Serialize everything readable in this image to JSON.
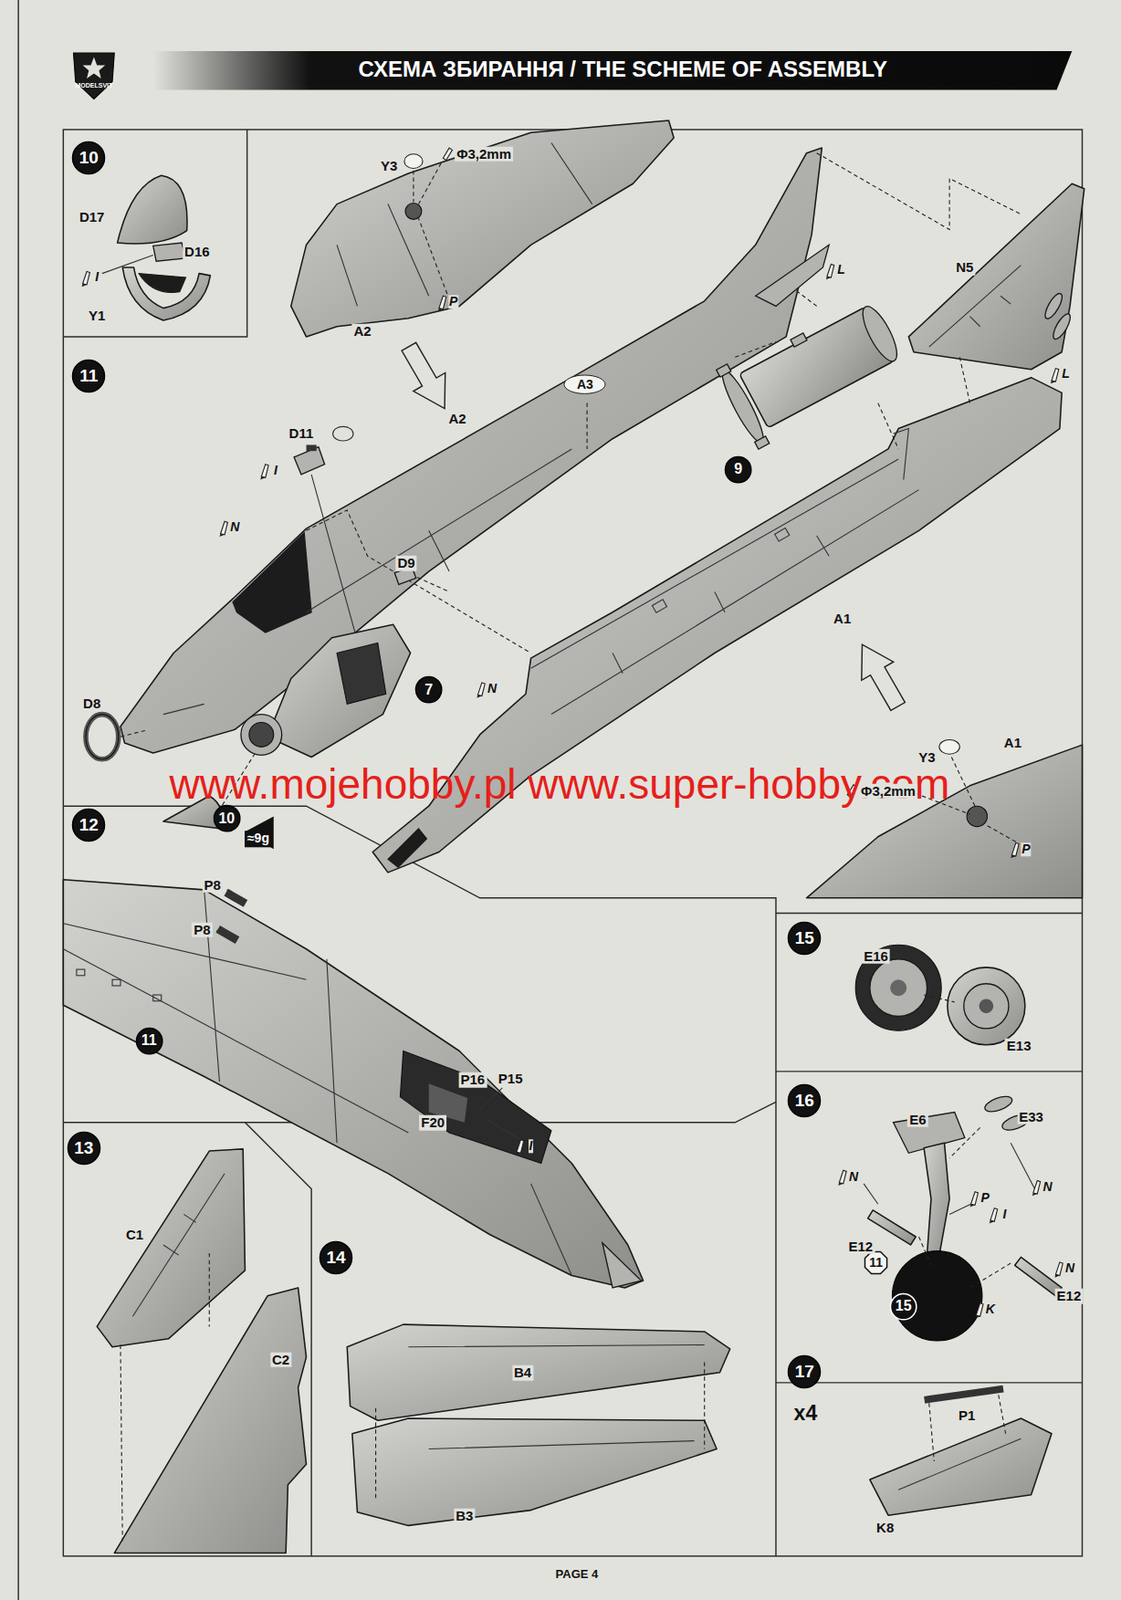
{
  "diagram": {
    "title": "СХЕМА ЗБИРАННЯ / THE SCHEME OF ASSEMBLY",
    "nodes": [
      {
        "text": [
          "10"
        ]
      },
      {
        "text": [
          "11"
        ]
      },
      {
        "text": [
          "A3"
        ]
      },
      {
        "text": [
          "9"
        ]
      },
      {
        "text": [
          "7"
        ]
      },
      {
        "text": [
          "10"
        ]
      },
      {
        "text": [
          "12"
        ]
      },
      {
        "text": [
          "15"
        ]
      },
      {
        "text": [
          "11"
        ]
      },
      {
        "text": [
          "16"
        ]
      },
      {
        "text": [
          "13"
        ]
      },
      {
        "text": [
          "14"
        ]
      },
      {
        "text": [
          "11"
        ]
      },
      {
        "text": [
          "15"
        ]
      },
      {
        "text": [
          "17"
        ]
      }
    ],
    "labels": [
      "MODELSVIT",
      "D17",
      "D16",
      "I",
      "Y1",
      "Y3",
      "Φ3,2mm",
      "P",
      "A2",
      "L",
      "N5",
      "A2",
      "L",
      "D11",
      "I",
      "N",
      "D9",
      "A1",
      "N",
      "D8",
      "A1",
      "Y3",
      "www.mojehobby.pl www.super-hobby.com",
      "Φ3,2mm",
      "≈9g",
      "P",
      "P8",
      "P8",
      "E16",
      "E13",
      "P16",
      "P15",
      "F20",
      "E6",
      "E33",
      "I",
      "N",
      "N",
      "P",
      "I",
      "C1",
      "E12",
      "N",
      "E12",
      "K",
      "C2",
      "B4",
      "x4",
      "P1",
      "B3",
      "K8",
      "PAGE 4"
    ]
  }
}
